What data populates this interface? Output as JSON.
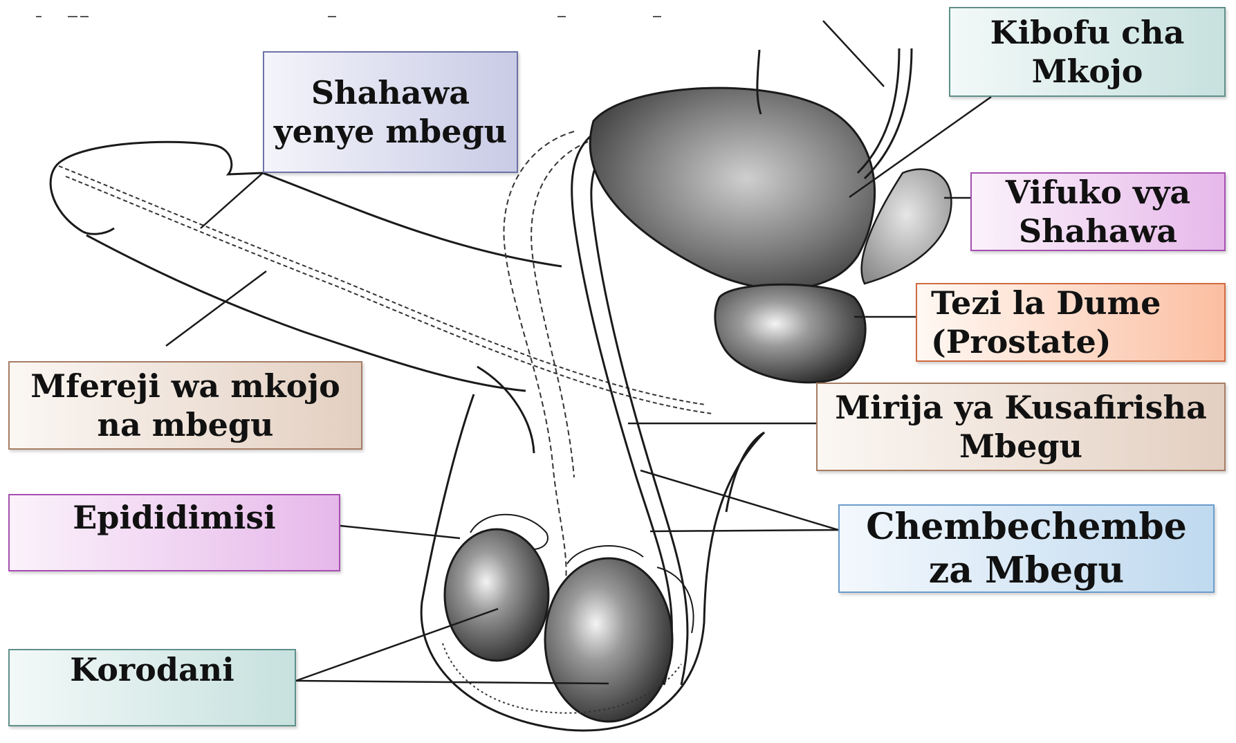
{
  "labels": {
    "kibofu": "Kibofu cha\nMkojo",
    "shahawa_mbegu": "Shahawa\nyenye mbegu",
    "vifuko": "Vifuko vya\nShahawa",
    "tezi": "Tezi la Dume\n(Prostate)",
    "mirija": "Mirija ya Kusafirisha\nMbegu",
    "chembechembe": "Chembechembe\nza Mbegu",
    "mfereji": "Mfereji wa mkojo\nna mbegu",
    "epididimisi": "Epididimisi",
    "korodani": "Korodani"
  },
  "colors": {
    "kibofu_border": "#5f8f8a",
    "shahawa_border": "#6c72a6",
    "vifuko_border": "#a54fb0",
    "tezi_border": "#d06b3f",
    "mirija_border": "#a67c64",
    "chembe_border": "#6b9ccc",
    "line": "#1a1a1a",
    "organ_dark": "#3a3a3a"
  }
}
